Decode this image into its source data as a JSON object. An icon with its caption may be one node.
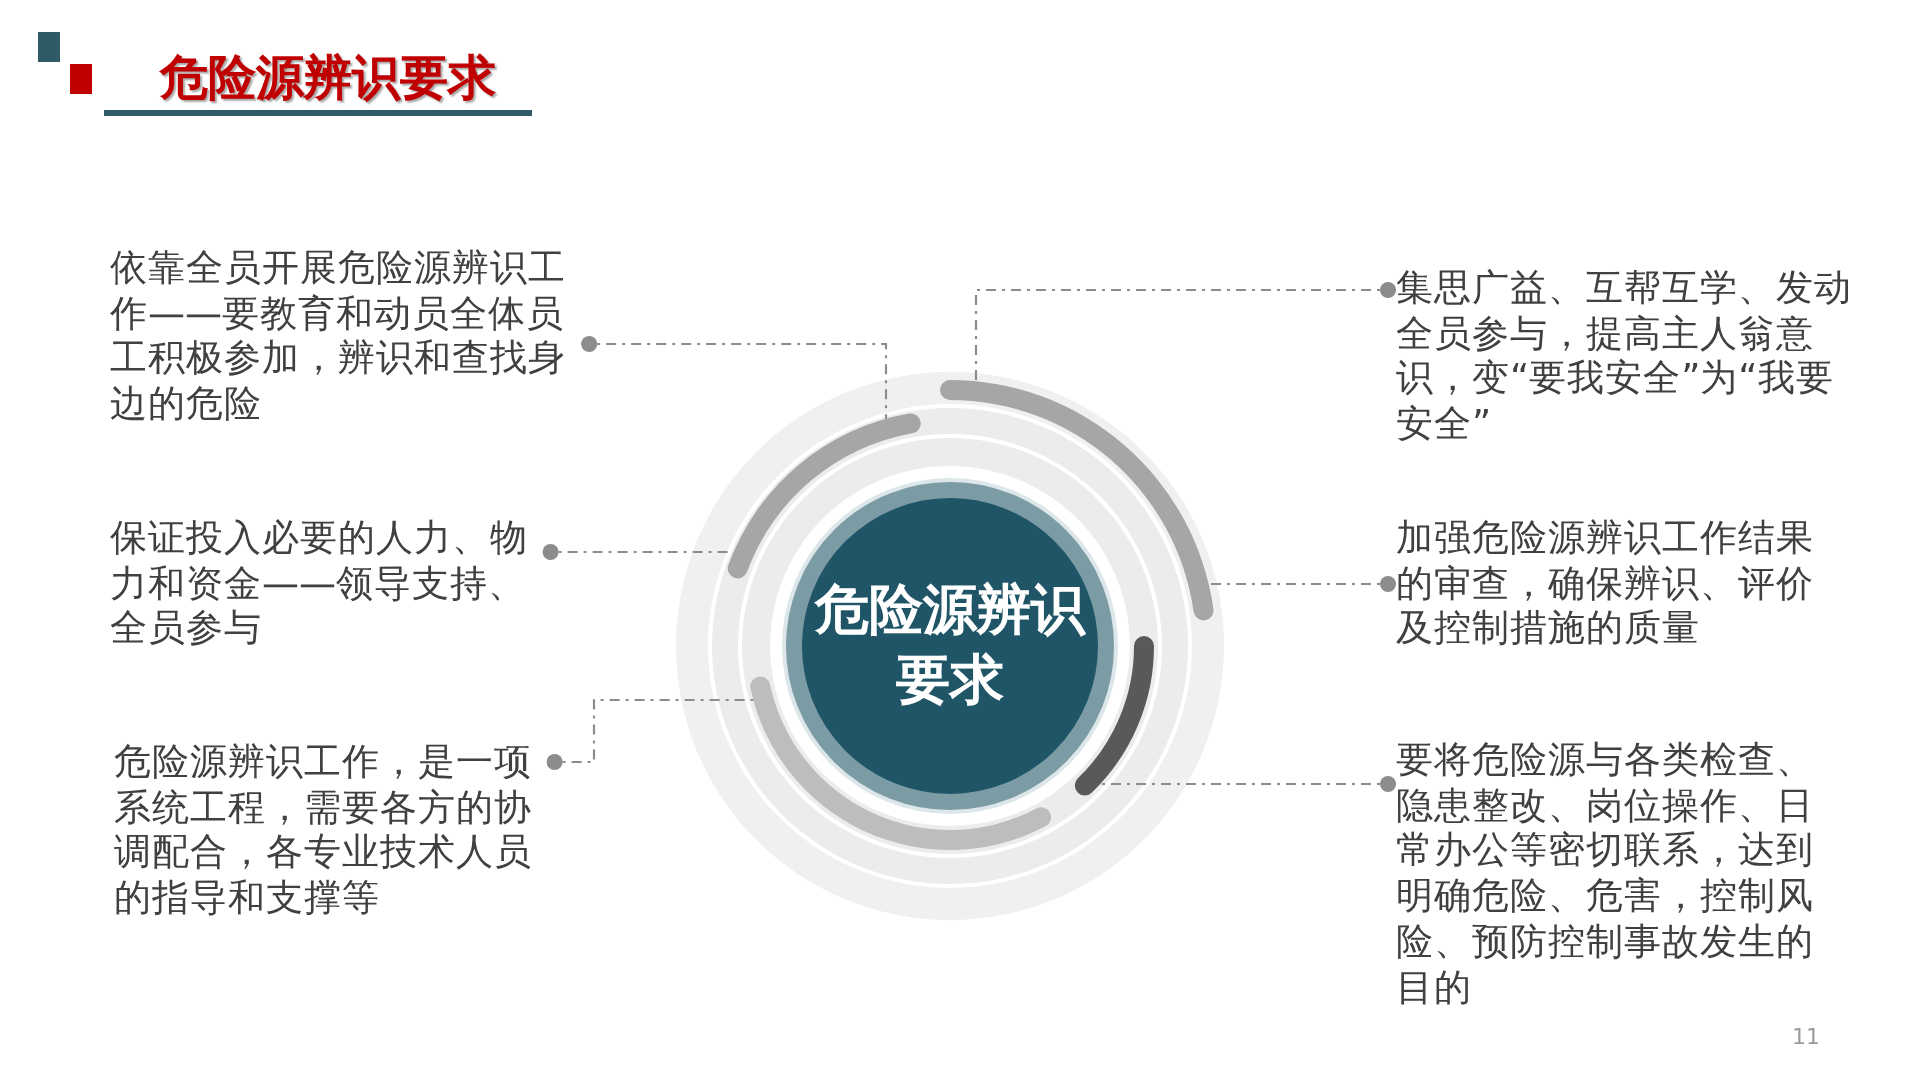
{
  "diagram": {
    "title": "危险源辨识要求",
    "nodes": [
      {
        "text": [
          "危险源辨识要求"
        ]
      },
      {
        "text": [
          "依靠全员开展危险源辨识工作——要教育和动员全体员工积极参加，辨识和查找身边的危险"
        ]
      },
      {
        "text": [
          "保证投入必要的人力、物力和资金——领导支持、全员参与"
        ]
      },
      {
        "text": [
          "危险源辨识工作，是一项系统工程，需要各方的协调配合，各专业技术人员的指导和支撑等"
        ]
      },
      {
        "text": [
          "集思广益、互帮互学、发动全员参与，提高主人翁意识，变“要我安全”为“我要安全”"
        ]
      },
      {
        "text": [
          "加强危险源辨识工作结果的审查，确保辨识、评价及控制措施的质量"
        ]
      },
      {
        "text": [
          "要将危险源与各类检查、隐患整改、岗位操作、日常办公等密切联系，达到明确危险、危害，控制风险、预防控制事故发生的目的"
        ]
      },
      {
        "text": [],
        "shape": "arc"
      },
      {
        "text": [],
        "shape": "arc"
      },
      {
        "text": [],
        "shape": "arc"
      },
      {
        "text": [],
        "shape": "arc"
      }
    ],
    "edges": [
      {
        "from": 1,
        "to": 7,
        "arrow": "other",
        "style": "dashed"
      },
      {
        "from": 2,
        "to": 7,
        "arrow": "other",
        "style": "dashed"
      },
      {
        "from": 3,
        "to": 9,
        "arrow": "other",
        "style": "dashed"
      },
      {
        "from": 4,
        "to": 8,
        "arrow": "other",
        "style": "dashed"
      },
      {
        "from": 5,
        "to": 8,
        "arrow": "other",
        "style": "dashed"
      },
      {
        "from": 6,
        "to": 10,
        "arrow": "other",
        "style": "dashed"
      }
    ],
    "labels": [
      "11"
    ]
  }
}
